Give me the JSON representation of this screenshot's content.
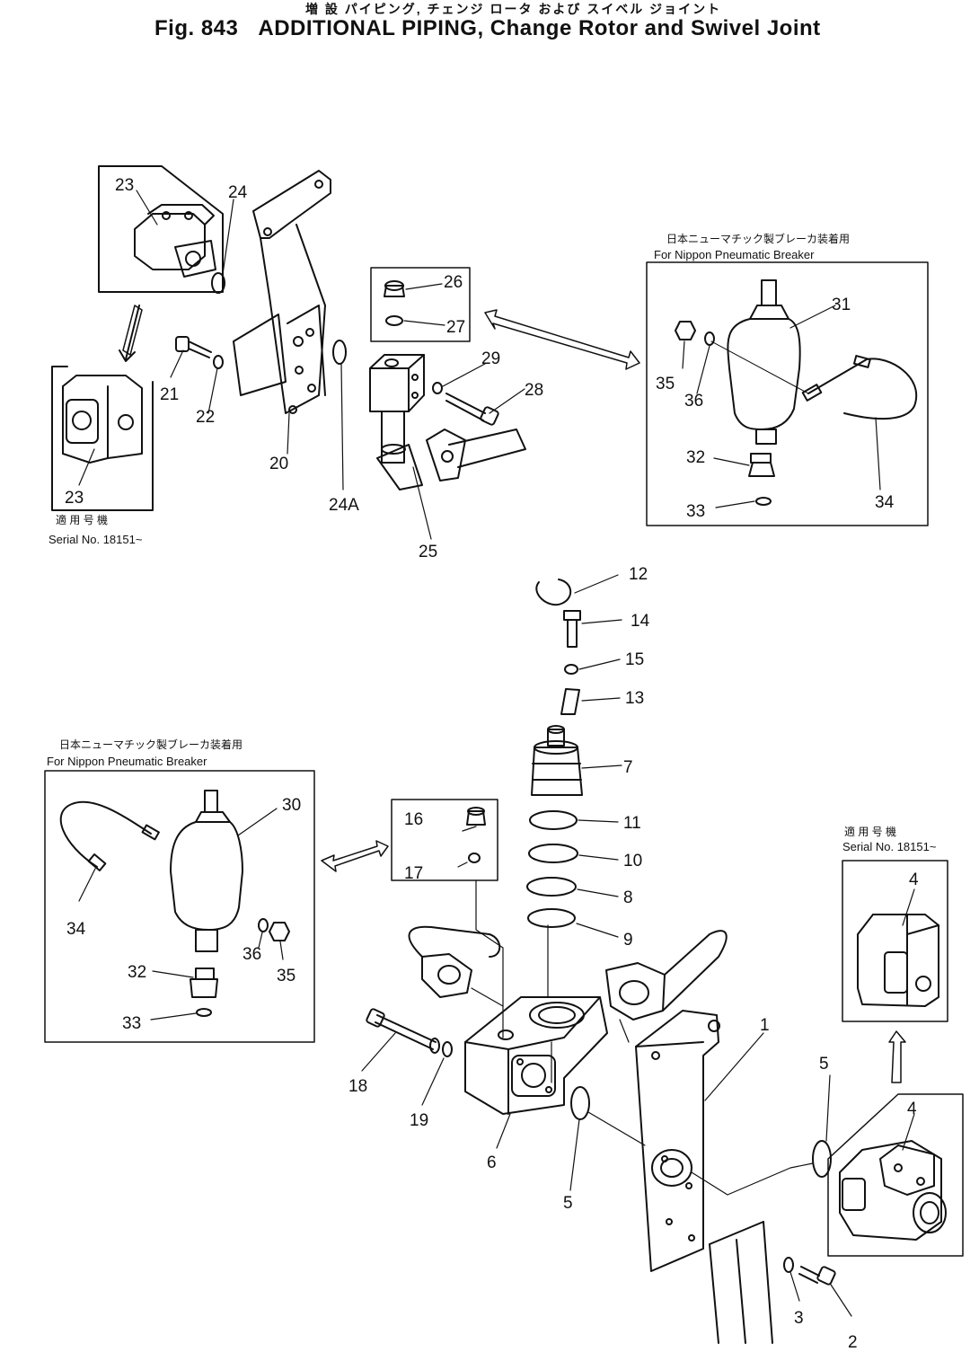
{
  "title": {
    "japanese": "増 設   パイピング, チェンジ ロータ および スイベル ジョイント",
    "figure": "Fig. 843",
    "english": "ADDITIONAL PIPING, Change Rotor and Swivel Joint"
  },
  "notes": {
    "serial_jp": "適 用 号 機",
    "serial_en": "Serial No. 18151~",
    "serial_right_jp": "適 用 号 機",
    "serial_right_en": "Serial No. 18151~",
    "nippon_top_jp": "日本ニューマチック製ブレーカ装着用",
    "nippon_top_en": "For Nippon Pneumatic Breaker",
    "nippon_left_jp": "日本ニューマチック製ブレーカ装着用",
    "nippon_left_en": "For Nippon Pneumatic Breaker"
  },
  "callouts": {
    "c1": "1",
    "c2": "2",
    "c3": "3",
    "c4a": "4",
    "c4b": "4",
    "c5a": "5",
    "c5b": "5",
    "c6": "6",
    "c7": "7",
    "c8": "8",
    "c9": "9",
    "c10": "10",
    "c11": "11",
    "c12": "12",
    "c13": "13",
    "c14": "14",
    "c15": "15",
    "c16": "16",
    "c17": "17",
    "c18": "18",
    "c19": "19",
    "c20": "20",
    "c21": "21",
    "c22": "22",
    "c23a": "23",
    "c23b": "23",
    "c24": "24",
    "c24a": "24A",
    "c25": "25",
    "c26": "26",
    "c27": "27",
    "c28": "28",
    "c29": "29",
    "c30": "30",
    "c31": "31",
    "c32a": "32",
    "c32b": "32",
    "c33a": "33",
    "c33b": "33",
    "c34a": "34",
    "c34b": "34",
    "c35a": "35",
    "c35b": "35",
    "c36a": "36",
    "c36b": "36"
  }
}
